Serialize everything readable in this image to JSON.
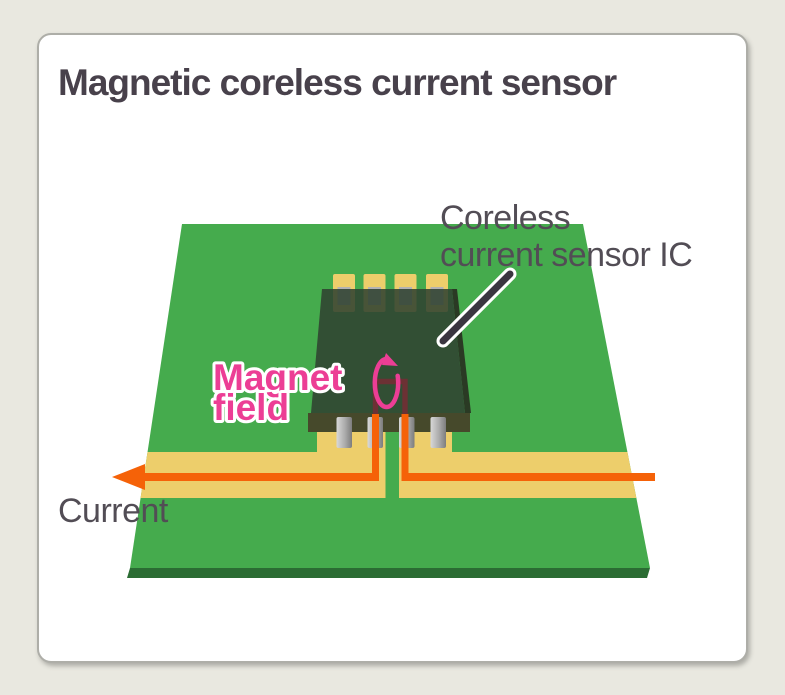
{
  "title": "Magnetic coreless current sensor",
  "diagram": {
    "ic_label": {
      "line1": "Coreless",
      "line2": "current sensor IC"
    },
    "magnet_label": {
      "line1": "Magnet",
      "line2": "field"
    },
    "current_label": "Current"
  },
  "colors": {
    "canvas_bg": "#e9e8e0",
    "card_bg": "#ffffff",
    "card_border": "#aeaea8",
    "title_text": "#48414b",
    "label_text": "#524d55",
    "pcb_green": "#45ab4d",
    "pcb_side": "#2b6c33",
    "trace_yellow": "#edce6b",
    "chip_face": "#2f4230",
    "chip_side": "#2a3a24",
    "chip_bottom_band": "#46492b",
    "pin_light": "#d8d8d8",
    "pin_dark": "#7d7d7d",
    "wire_orange": "#f56208",
    "loop_maroon": "#6c3134",
    "magnet_pink": "#ec3e95",
    "pointer_line": "#3a3540"
  }
}
